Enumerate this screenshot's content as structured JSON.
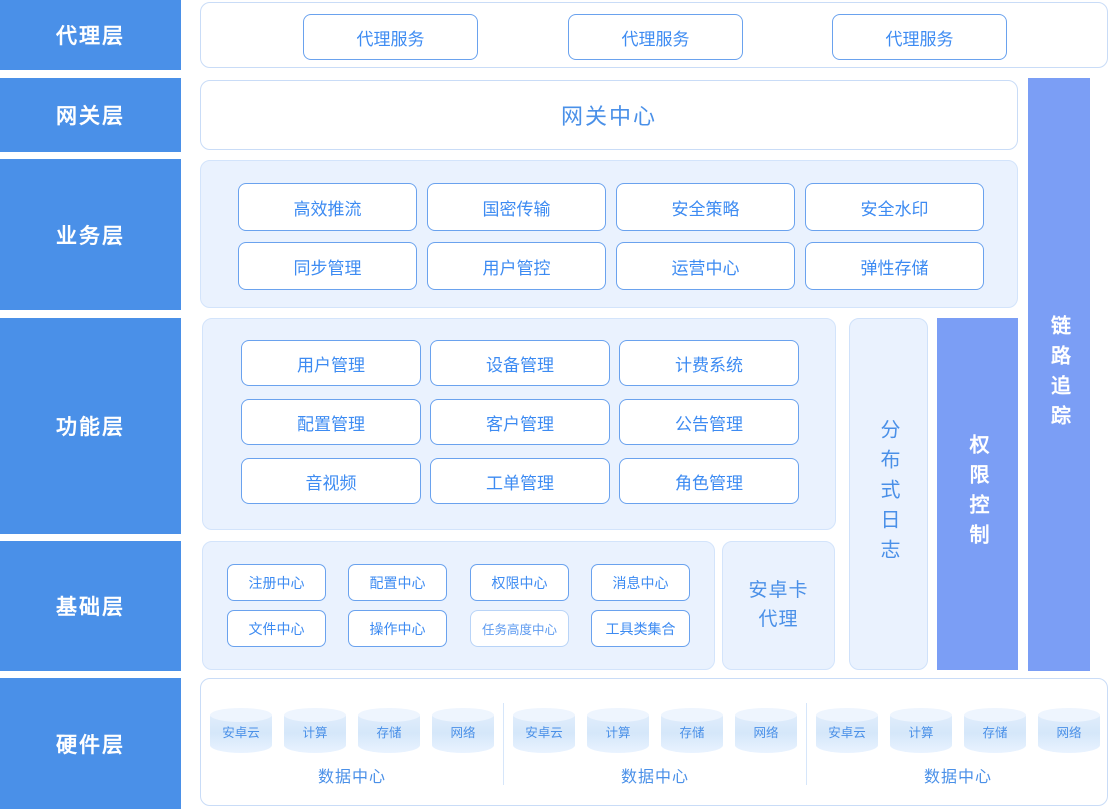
{
  "colors": {
    "sidebar_blue": "#4a90e8",
    "column_blue": "#7b9ef5",
    "tint_blue": "#eaf2fe",
    "text_blue": "#3d8bf2",
    "border_blue": "#6aa2ee"
  },
  "layers": [
    {
      "label": "代理层"
    },
    {
      "label": "网关层"
    },
    {
      "label": "业务层"
    },
    {
      "label": "功能层"
    },
    {
      "label": "基础层"
    },
    {
      "label": "硬件层"
    }
  ],
  "agent_layer": {
    "services": [
      "代理服务",
      "代理服务",
      "代理服务"
    ]
  },
  "gateway_layer": {
    "title": "网关中心"
  },
  "business_layer": {
    "items": [
      "高效推流",
      "国密传输",
      "安全策略",
      "安全水印",
      "同步管理",
      "用户管控",
      "运营中心",
      "弹性存储"
    ]
  },
  "function_layer": {
    "items": [
      "用户管理",
      "设备管理",
      "计费系统",
      "配置管理",
      "客户管理",
      "公告管理",
      "音视频",
      "工单管理",
      "角色管理"
    ]
  },
  "base_layer": {
    "items": [
      "注册中心",
      "配置中心",
      "权限中心",
      "消息中心",
      "文件中心",
      "操作中心",
      "任务高度中心",
      "工具类集合"
    ],
    "android_card_proxy": "安卓卡代理"
  },
  "side_columns": {
    "distributed_log": "分布式日志",
    "permission_control": "权限控制",
    "link_tracing": "链路追踪"
  },
  "hardware_layer": {
    "data_centers": [
      {
        "name": "数据中心",
        "nodes": [
          "安卓云",
          "计算",
          "存储",
          "网络"
        ]
      },
      {
        "name": "数据中心",
        "nodes": [
          "安卓云",
          "计算",
          "存储",
          "网络"
        ]
      },
      {
        "name": "数据中心",
        "nodes": [
          "安卓云",
          "计算",
          "存储",
          "网络"
        ]
      }
    ]
  }
}
